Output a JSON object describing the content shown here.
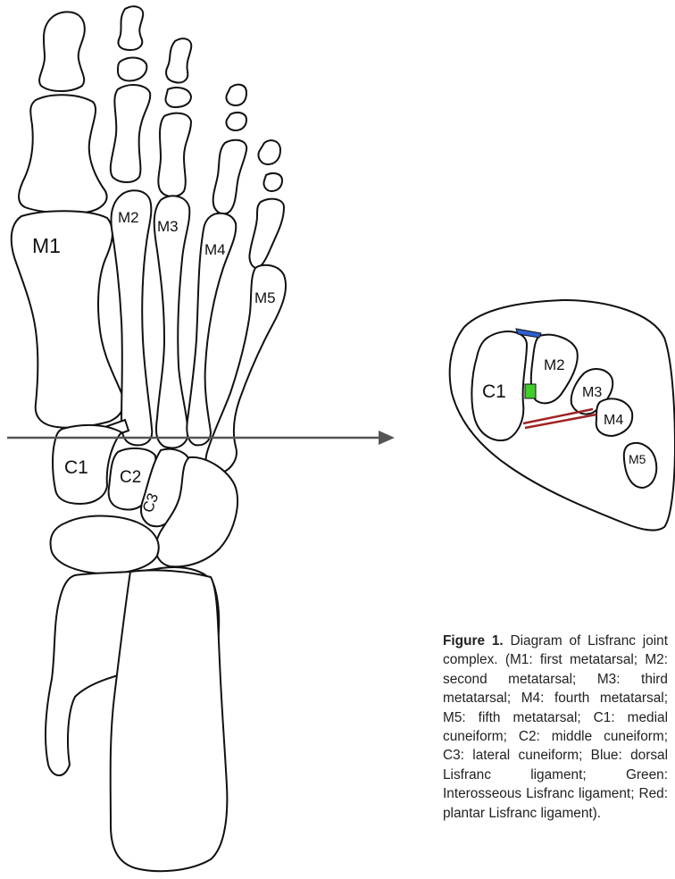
{
  "labels": {
    "m1": "M1",
    "m2": "M2",
    "m3": "M3",
    "m4": "M4",
    "m5": "M5",
    "c1": "C1",
    "c2": "C2",
    "c3": "C3",
    "section_c1": "C1",
    "section_m2": "M2",
    "section_m3": "M3",
    "section_m4": "M4",
    "section_m5": "M5"
  },
  "caption": {
    "lead": "Figure 1.",
    "text": "Diagram of Lisfranc joint complex. (M1: first metatarsal; M2: second metatarsal; M3: third metatarsal; M4: fourth metatarsal; M5: fifth metatarsal; C1: medial cuneiform; C2: middle cuneiform; C3: lateral cuneiform; Blue: dorsal Lisfranc ligament; Green: Interosseous Lisfranc ligament; Red: plantar Lisfranc ligament)."
  },
  "colors": {
    "dorsal_ligament": "#2f5fcf",
    "interosseous_ligament": "#3fce2a",
    "plantar_ligament": "#9e2424"
  }
}
